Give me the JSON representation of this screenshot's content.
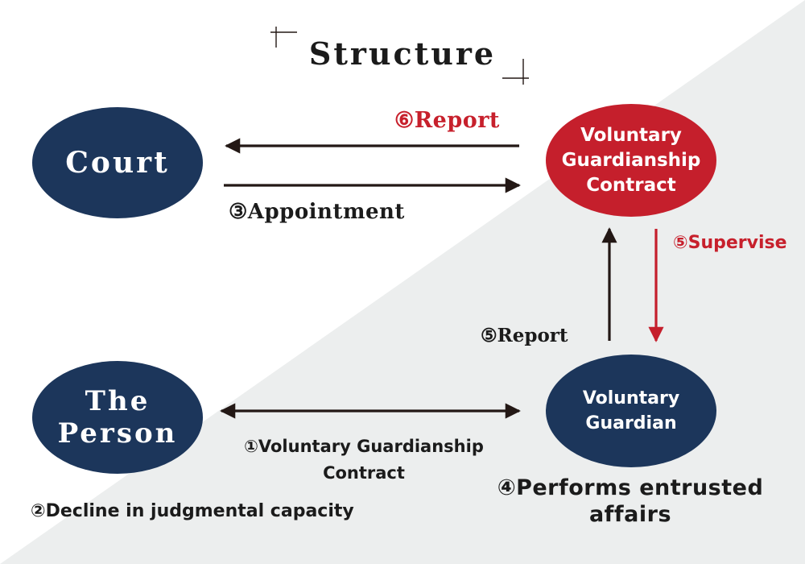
{
  "title": "Structure",
  "nodes": {
    "court": "Court",
    "person": [
      "The",
      "Person"
    ],
    "contract": [
      "Voluntary",
      "Guardianship",
      "Contract"
    ],
    "guardian": [
      "Voluntary",
      "Guardian"
    ]
  },
  "labels": {
    "report6": "⑥Report",
    "appointment": "③Appointment",
    "supervise": "⑤Supervise",
    "report5": "⑤Report",
    "contract": "①Voluntary Guardianship Contract",
    "decline": "②Decline in judgmental capacity",
    "performs": "④Performs entrusted affairs"
  },
  "colors": {
    "navy": "#1c365b",
    "red": "#c51f2c",
    "label_red": "#c7202c",
    "arrow_dark": "#231815",
    "background_gray": "#eceeee"
  }
}
